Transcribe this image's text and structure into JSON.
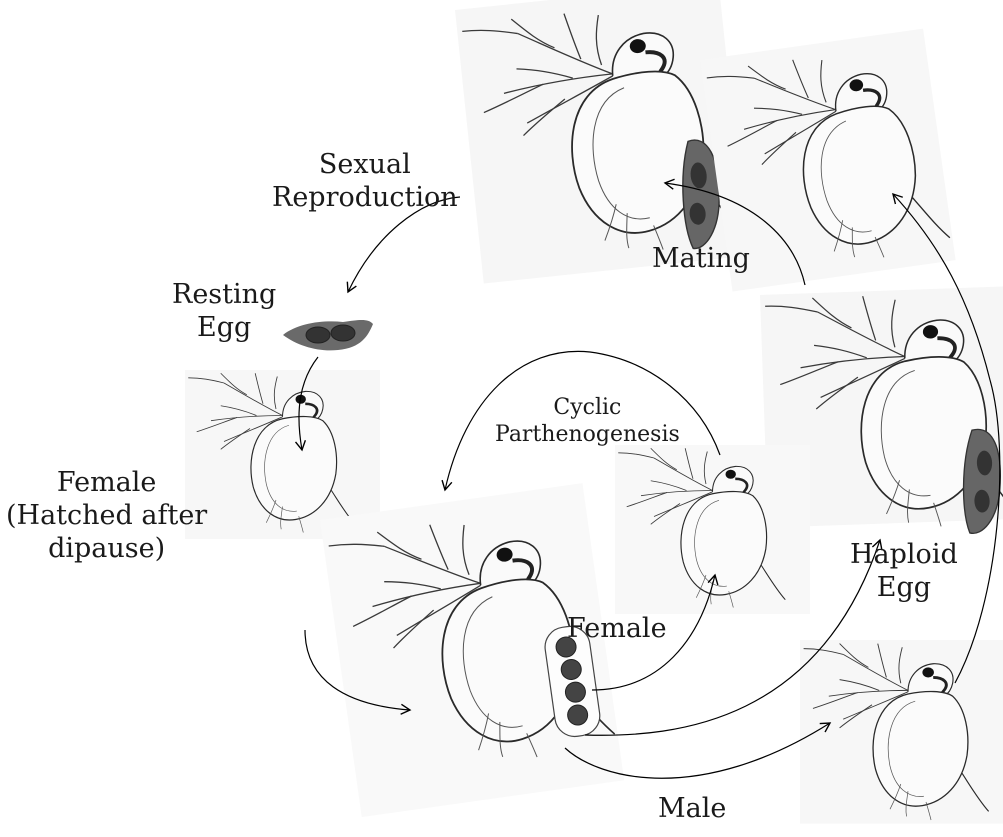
{
  "labels": {
    "sexual_reproduction": [
      "Sexual",
      "Reproduction"
    ],
    "resting_egg": [
      "Resting",
      "Egg"
    ],
    "mating": "Mating",
    "cyclic_parthenogenesis": [
      "Cyclic",
      "Parthenogenesis"
    ],
    "female_hatched": [
      "Female",
      "(Hatched after",
      "dipause)"
    ],
    "female": "Female",
    "haploid_egg": [
      "Haploid",
      "Egg"
    ],
    "male": "Male"
  },
  "colors": {
    "outline": "#2a2a2a",
    "egg_fill": "#5a5a5a",
    "brood_pouch": "#666666",
    "eye": "#111111",
    "background": "#ffffff",
    "arrow": "#000000"
  },
  "icons": [
    "daphnia-icon",
    "resting-egg-icon",
    "arrow-icon"
  ]
}
